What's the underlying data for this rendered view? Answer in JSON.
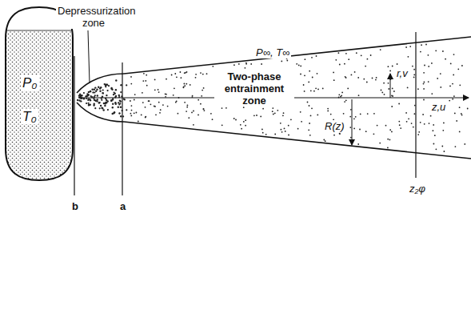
{
  "diagram": {
    "nodes": [
      {
        "text": [
          "P₀",
          "T₀"
        ]
      }
    ],
    "labels": [
      "Depressurization zone",
      "Two-phase entrainment zone",
      "P∞, T∞",
      "r,v",
      "z,u",
      "R(z)",
      "b",
      "a",
      "z₂φ"
    ]
  }
}
